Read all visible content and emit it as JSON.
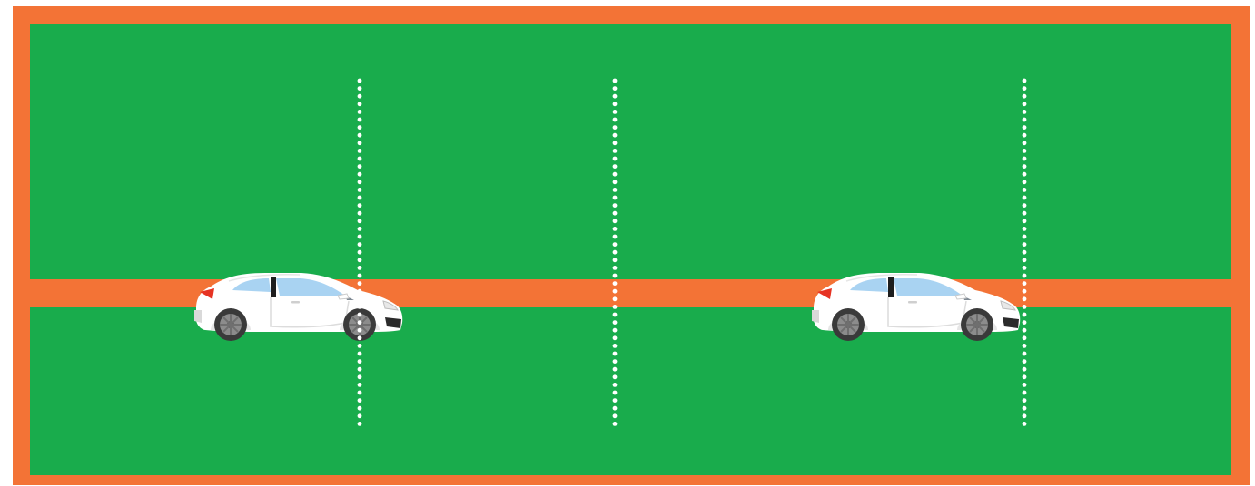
{
  "colors": {
    "border": "#F37336",
    "field": "#19AC4C",
    "road": "#F37336",
    "dots": "#FFFFFF",
    "car_body": "#FFFFFF",
    "car_window": "#A9D3F2",
    "tail_light": "#E63323",
    "tire": "#3A3A3A",
    "rim": "#8C8C8C"
  },
  "scene": {
    "road_count": 1,
    "dotted_marker_count": 3,
    "car_count": 2,
    "car_direction": "right",
    "icons": [
      "car-icon",
      "car-icon"
    ]
  }
}
